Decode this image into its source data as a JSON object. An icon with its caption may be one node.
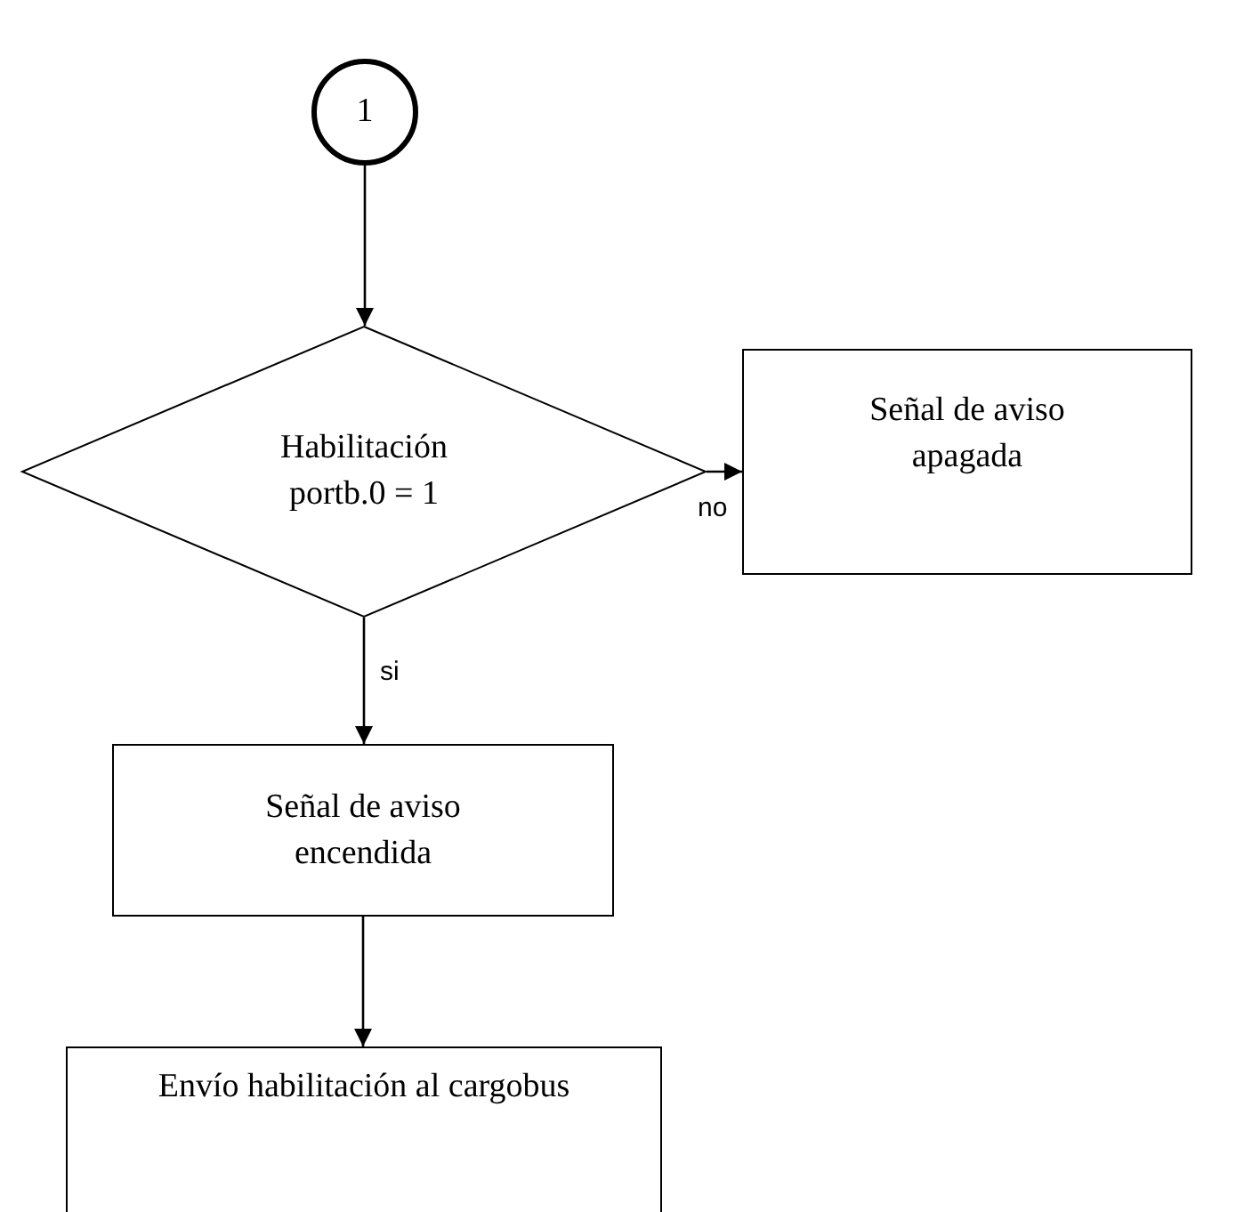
{
  "diagram": {
    "nodes": [
      {
        "text": [
          "1"
        ]
      },
      {
        "text": [
          "Habilitación portb.0 = 1"
        ]
      },
      {
        "text": [
          "Señal de aviso apagada"
        ]
      },
      {
        "text": [
          "Señal de aviso encendida"
        ]
      },
      {
        "text": [
          "Envío habilitación al cargobus"
        ]
      }
    ],
    "edges": [
      {
        "from": 0,
        "to": 1,
        "arrow": "to"
      },
      {
        "from": 1,
        "to": 2,
        "arrow": "to",
        "label": "no"
      },
      {
        "from": 1,
        "to": 3,
        "arrow": "to",
        "label": "si"
      },
      {
        "from": 3,
        "to": 4,
        "arrow": "to"
      }
    ]
  }
}
